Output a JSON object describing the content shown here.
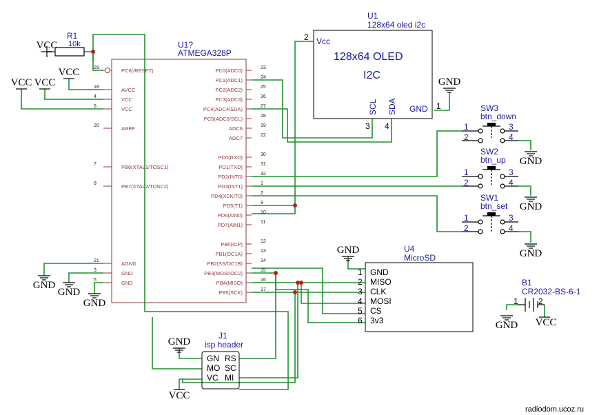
{
  "r1": {
    "ref": "R1",
    "value": "10k"
  },
  "u1": {
    "ref": "U1?",
    "value": "ATMEGA328P",
    "left_pins": [
      {
        "num": "29",
        "name": "PC6(/RESET)"
      },
      {
        "num": "18",
        "name": "AVCC"
      },
      {
        "num": "4",
        "name": "VCC"
      },
      {
        "num": "6",
        "name": "VCC"
      },
      {
        "num": "20",
        "name": "AREF"
      },
      {
        "num": "7",
        "name": "PB6(XTAL1/TOSC1)"
      },
      {
        "num": "8",
        "name": "PB7(XTAL2/TOSC2)"
      },
      {
        "num": "21",
        "name": "AGND"
      },
      {
        "num": "3",
        "name": "GND"
      },
      {
        "num": "5",
        "name": "GND"
      }
    ],
    "right_pins": [
      {
        "num": "23",
        "name": "PC0(ADC0)"
      },
      {
        "num": "24",
        "name": "PC1(ADC1)"
      },
      {
        "num": "25",
        "name": "PC2(ADC2)"
      },
      {
        "num": "26",
        "name": "PC3(ADC3)"
      },
      {
        "num": "27",
        "name": "PC4(ADC4/SDA)"
      },
      {
        "num": "28",
        "name": "PC5(ADC5/SCL)"
      },
      {
        "num": "19",
        "name": "ADC6"
      },
      {
        "num": "22",
        "name": "ADC7"
      },
      {
        "num": "30",
        "name": "PD0(RXD)"
      },
      {
        "num": "31",
        "name": "PD1(TXD)"
      },
      {
        "num": "32",
        "name": "PD2(INT0)"
      },
      {
        "num": "1",
        "name": "PD3(INT1)"
      },
      {
        "num": "2",
        "name": "PD4(XCK/T0)"
      },
      {
        "num": "9",
        "name": "PD5(T1)"
      },
      {
        "num": "10",
        "name": "PD6(AIN0)"
      },
      {
        "num": "11",
        "name": "PD7(AIN1)"
      },
      {
        "num": "12",
        "name": "PB0(ICP)"
      },
      {
        "num": "13",
        "name": "PB1(OC1A)"
      },
      {
        "num": "14",
        "name": "PB2(SS/OC1B)"
      },
      {
        "num": "15",
        "name": "PB3(MOSI/OC2)"
      },
      {
        "num": "16",
        "name": "PB4(MISO)"
      },
      {
        "num": "17",
        "name": "PB5(SCK)"
      }
    ]
  },
  "oled": {
    "ref": "U1",
    "value": "128x64 oled i2c",
    "title1": "128x64 OLED",
    "title2": "I2C",
    "vcc": "Vcc",
    "vcc_num": "2",
    "scl": "SCL",
    "scl_num": "3",
    "sda": "SDA",
    "sda_num": "4",
    "gnd": "GND",
    "gnd_num": "1"
  },
  "sw3": {
    "ref": "SW3",
    "value": "btn_down"
  },
  "sw2": {
    "ref": "SW2",
    "value": "btn_up"
  },
  "sw1": {
    "ref": "SW1",
    "value": "btn_set"
  },
  "sw_pins": {
    "p1": "1",
    "p2": "2",
    "p3": "3",
    "p4": "4"
  },
  "sd": {
    "ref": "U4",
    "value": "MicroSD",
    "pins": [
      {
        "num": "1",
        "name": "GND"
      },
      {
        "num": "2",
        "name": "MISO"
      },
      {
        "num": "3",
        "name": "CLK"
      },
      {
        "num": "4",
        "name": "MOSI"
      },
      {
        "num": "5",
        "name": "CS"
      },
      {
        "num": "6",
        "name": "3v3"
      }
    ]
  },
  "b1": {
    "ref": "B1",
    "value": "CR2032-BS-6-1",
    "p1": "1",
    "p2": "2"
  },
  "j1": {
    "ref": "J1",
    "value": "isp header",
    "rows": [
      {
        "l": "GN",
        "r": "RS"
      },
      {
        "l": "MO",
        "r": "SC"
      },
      {
        "l": "VC",
        "r": "MI"
      }
    ]
  },
  "power": {
    "vcc": "VCC",
    "gnd": "GND"
  },
  "watermark": "radiodom.ucoz.ru"
}
